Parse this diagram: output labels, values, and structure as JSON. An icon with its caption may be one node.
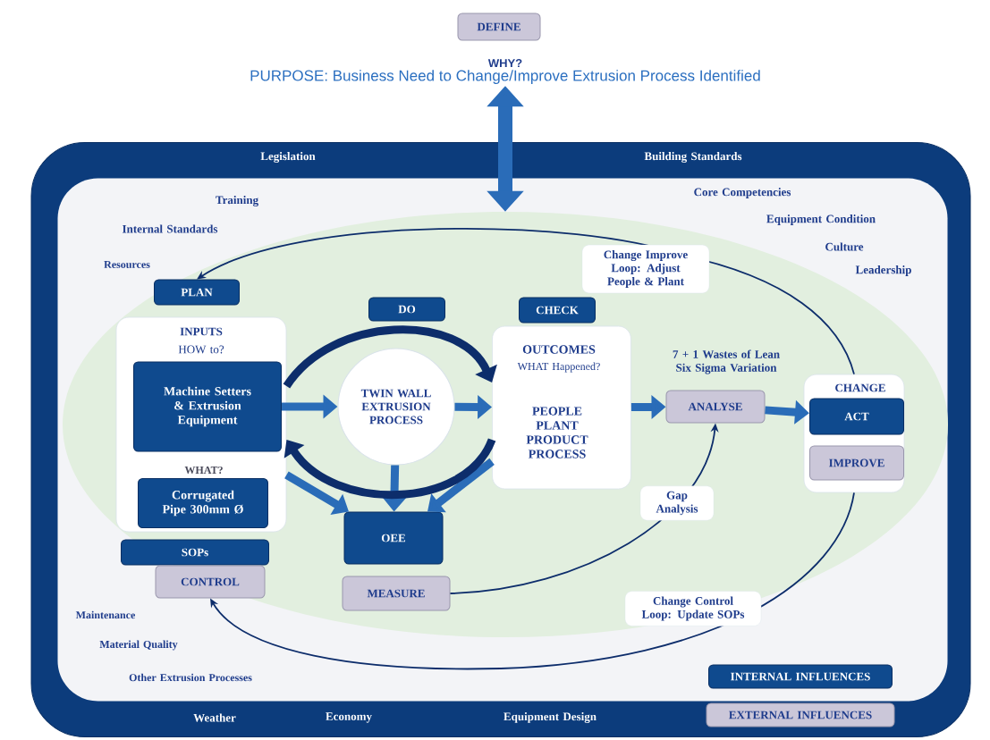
{
  "diagram": {
    "nodes": [
      {
        "text": [
          "DEFINE"
        ]
      },
      {
        "text": [
          "WHY?",
          "PURPOSE: Business Need to Change/Improve Extrusion Process Identified"
        ]
      },
      {
        "text": [
          "Legislation",
          "Building Standards",
          "Weather",
          "Economy",
          "Equipment Design"
        ]
      },
      {
        "text": [
          "Training",
          "Internal Standards",
          "Resources",
          "Core Competencies",
          "Equipment Condition",
          "Culture",
          "Leadership",
          "Maintenance",
          "Material Quality",
          "Other Extrusion Processes"
        ],
        "in": 2
      },
      {
        "text": [],
        "shape": "ellipse",
        "in": 3
      },
      {
        "text": [
          "PLAN"
        ],
        "in": 4
      },
      {
        "text": [
          "INPUTS",
          "HOW to?",
          "WHAT?"
        ],
        "in": 4
      },
      {
        "text": [
          "Machine Setters & Extrusion Equipment"
        ],
        "in": 6
      },
      {
        "text": [
          "Corrugated Pipe 300mm Ø"
        ],
        "in": 6
      },
      {
        "text": [
          "SOPs"
        ],
        "in": 4
      },
      {
        "text": [
          "CONTROL"
        ],
        "in": 4
      },
      {
        "text": [
          "DO"
        ],
        "in": 4
      },
      {
        "text": [
          "TWIN WALL EXTRUSION PROCESS"
        ],
        "in": 4
      },
      {
        "text": [
          "OEE"
        ],
        "in": 4
      },
      {
        "text": [
          "MEASURE"
        ],
        "in": 4
      },
      {
        "text": [
          "CHECK"
        ],
        "in": 4
      },
      {
        "text": [
          "OUTCOMES",
          "WHAT Happened?",
          "PEOPLE PLANT PRODUCT PROCESS"
        ],
        "in": 4
      },
      {
        "text": [
          "ANALYSE"
        ],
        "beside": [
          "7 + 1 Wastes of Lean Six Sigma Variation"
        ],
        "in": 4
      },
      {
        "text": [
          "CHANGE"
        ],
        "in": 4
      },
      {
        "text": [
          "ACT"
        ],
        "in": 18
      },
      {
        "text": [
          "IMPROVE"
        ],
        "in": 18
      },
      {
        "text": [
          "INTERNAL INFLUENCES"
        ],
        "in": 3
      },
      {
        "text": [
          "EXTERNAL INFLUENCES"
        ],
        "in": 2
      }
    ],
    "edges": [
      {
        "from": 1,
        "to": 4,
        "arrow": "both"
      },
      {
        "from": 18,
        "to": 5,
        "arrow": "to",
        "label": "Change Improve Loop: Adjust People & Plant",
        "color": "#0d2d6b"
      },
      {
        "from": 14,
        "to": 17,
        "arrow": "to",
        "label": "Gap Analysis",
        "color": "#0d2d6b"
      },
      {
        "from": 18,
        "to": 10,
        "arrow": "to",
        "label": "Change Control Loop: Update SOPs",
        "color": "#0d2d6b"
      },
      {
        "from": 7,
        "to": 12,
        "arrow": "to"
      },
      {
        "from": 12,
        "to": 16,
        "arrow": "to"
      },
      {
        "from": 16,
        "to": 17,
        "arrow": "to"
      },
      {
        "from": 17,
        "to": 19,
        "arrow": "to"
      },
      {
        "from": 12,
        "to": 13,
        "arrow": "to"
      },
      {
        "from": 6,
        "to": 13,
        "arrow": "to"
      },
      {
        "from": 16,
        "to": 13,
        "arrow": "to"
      },
      {
        "from": 6,
        "to": 16,
        "arrow": "to",
        "color": "#0d2d6b"
      },
      {
        "from": 16,
        "to": 6,
        "arrow": "to",
        "color": "#0d2d6b"
      }
    ]
  }
}
